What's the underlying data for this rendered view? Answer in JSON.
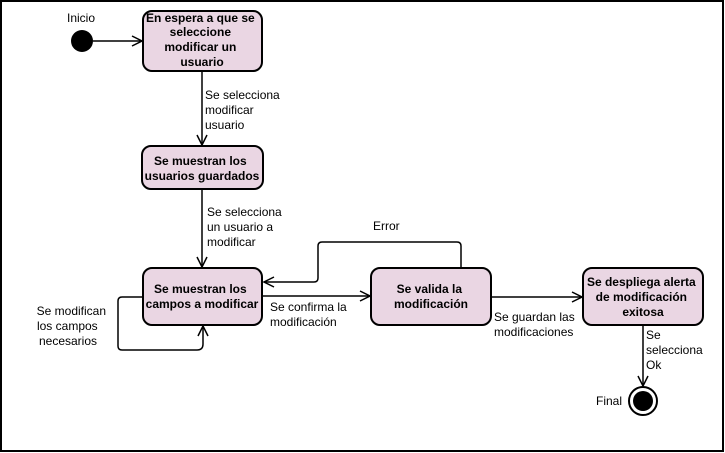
{
  "colors": {
    "state_fill": "#ead6e3",
    "stroke": "#000000",
    "background": "#ffffff"
  },
  "start_label": "Inicio",
  "final_label": "Final",
  "states": {
    "wait": [
      "En espera a que se",
      "seleccione",
      "modificar un",
      "usuario"
    ],
    "show_users": [
      "Se muestran los",
      "usuarios guardados"
    ],
    "show_fields": [
      "Se muestran los",
      "campos a modificar"
    ],
    "validate": [
      "Se valida la",
      "modificación"
    ],
    "alert": [
      "Se despliega alerta",
      "de modificación",
      "exitosa"
    ]
  },
  "transitions": {
    "select_user": [
      "Se selecciona",
      "modificar",
      "usuario"
    ],
    "select_a_user": [
      "Se selecciona",
      "un usuario a",
      "modificar"
    ],
    "modify_fields": [
      "Se modifican",
      "los campos",
      "necesarios"
    ],
    "confirm": [
      "Se confirma la",
      "modificación"
    ],
    "error": [
      "Error"
    ],
    "save": [
      "Se guardan las",
      "modificaciones"
    ],
    "select_ok": [
      "Se",
      "selecciona",
      "Ok"
    ]
  }
}
